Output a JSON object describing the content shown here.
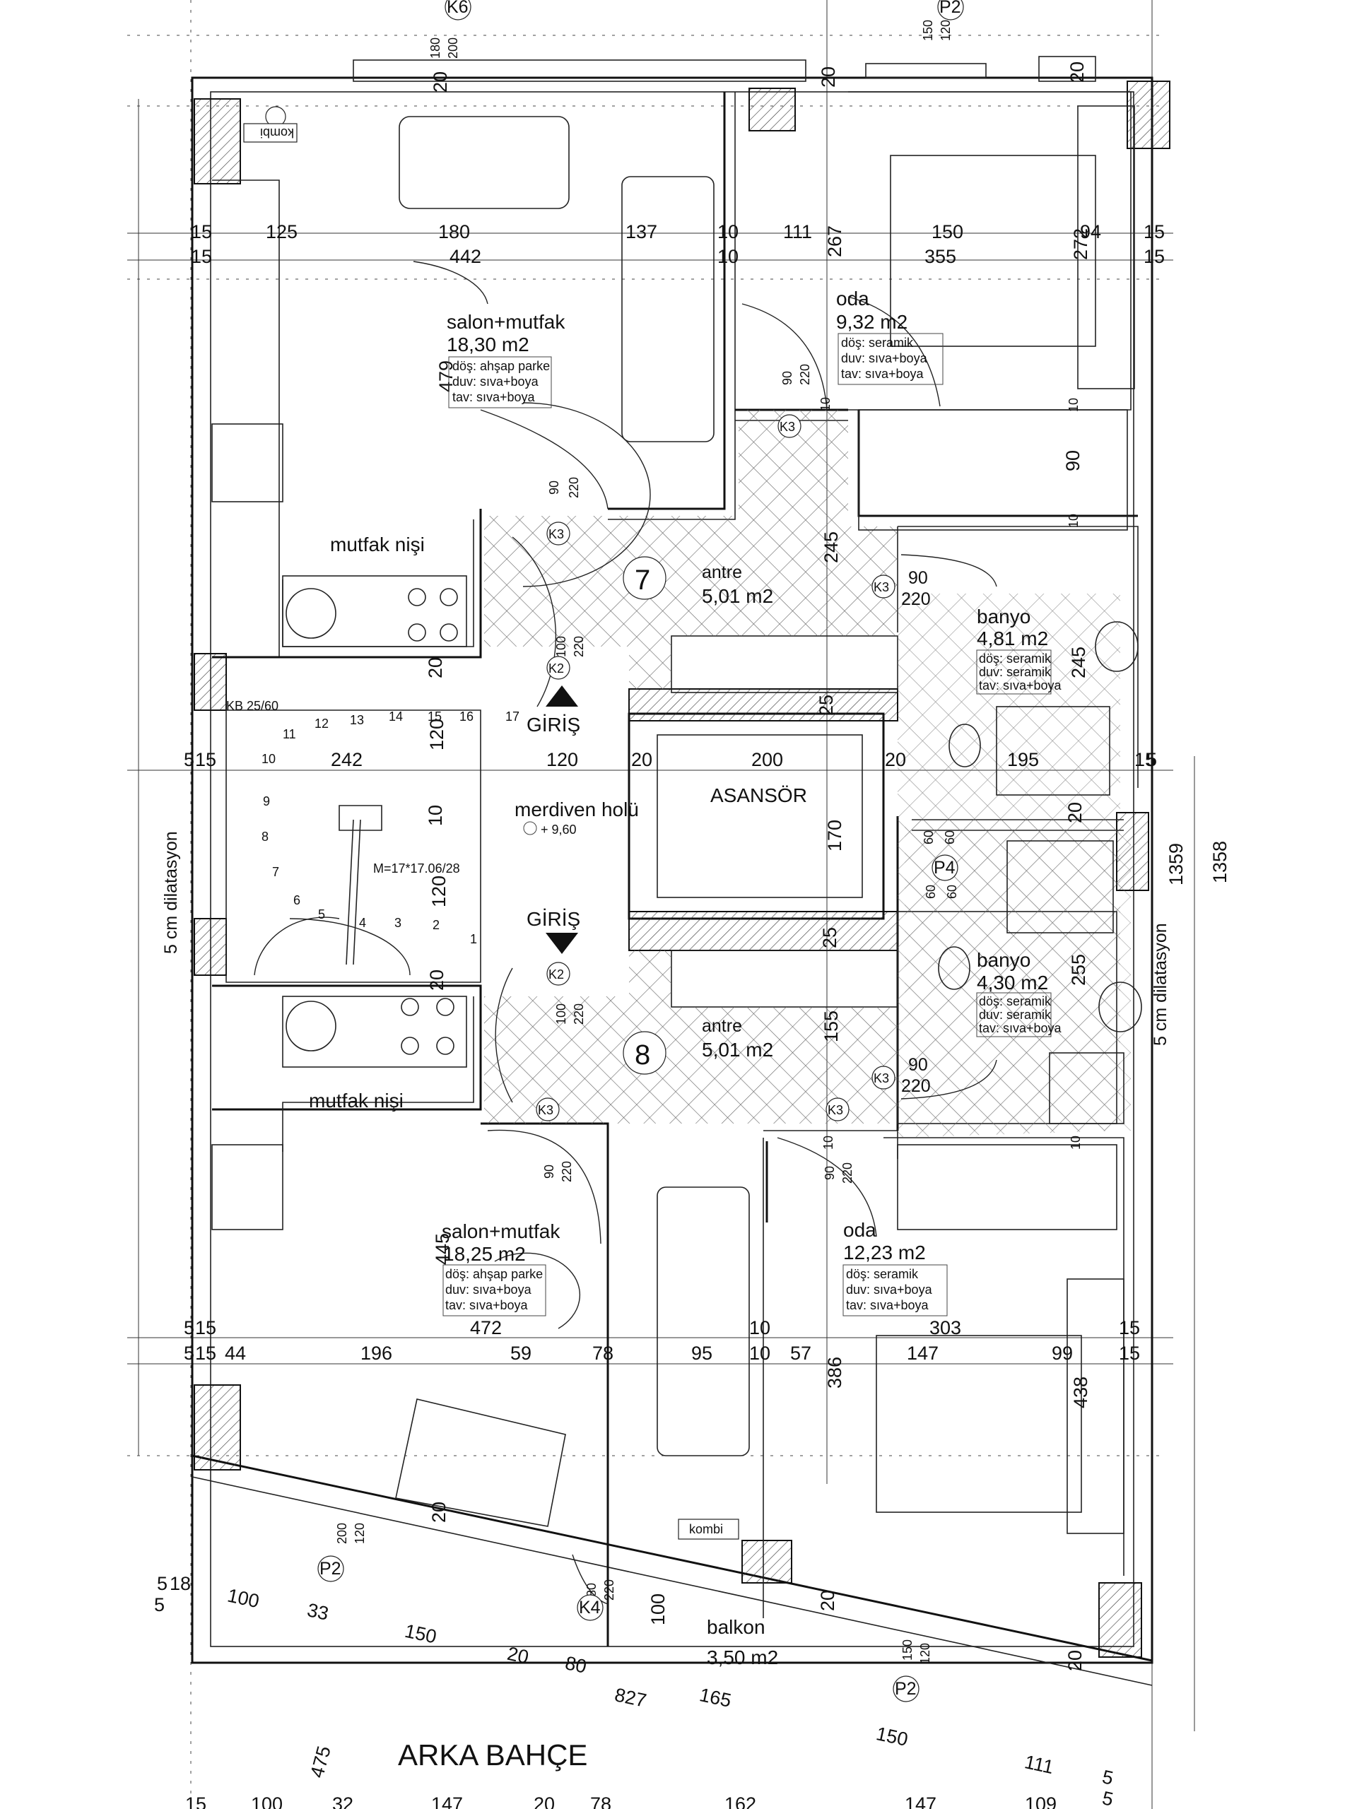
{
  "tags": {
    "k6": "K6",
    "p2": "P2",
    "k3": "K3",
    "k2": "K2",
    "k4": "K4",
    "p4": "P4",
    "kombi": "kombi",
    "kb": "KB 25/60",
    "stair_note": "M=17*17.06/28"
  },
  "apartments": {
    "unit7": "7",
    "unit8": "8"
  },
  "rooms": {
    "salon_top": {
      "name": "salon+mutfak",
      "area": "18,30 m2",
      "dos": "döş: ahşap parke",
      "duv": "duv: sıva+boya",
      "tav": "tav: sıva+boya"
    },
    "oda_top": {
      "name": "oda",
      "area": "9,32 m2",
      "dos": "döş: seramik",
      "duv": "duv: sıva+boya",
      "tav": "tav: sıva+boya"
    },
    "mutfak_top": {
      "name": "mutfak nişi"
    },
    "antre_top": {
      "name": "antre",
      "area": "5,01 m2"
    },
    "banyo_top": {
      "name": "banyo",
      "area": "4,81 m2",
      "dos": "döş: seramik",
      "duv": "duv: seramik",
      "tav": "tav: sıva+boya"
    },
    "giris_top": {
      "name": "GİRİŞ"
    },
    "merdiven": {
      "name": "merdiven holü",
      "level": "+ 9,60"
    },
    "asansor": {
      "name": "ASANSÖR"
    },
    "dilatasyon_left": {
      "name": "5 cm dilatasyon"
    },
    "dilatasyon_right": {
      "name": "5 cm dilatasyon"
    },
    "giris_bot": {
      "name": "GİRİŞ"
    },
    "banyo_bot": {
      "name": "banyo",
      "area": "4,30 m2",
      "dos": "döş: seramik",
      "duv": "duv: seramik",
      "tav": "tav: sıva+boya"
    },
    "antre_bot": {
      "name": "antre",
      "area": "5,01 m2"
    },
    "mutfak_bot": {
      "name": "mutfak nişi"
    },
    "salon_bot": {
      "name": "salon+mutfak",
      "area": "18,25 m2",
      "dos": "döş: ahşap parke",
      "duv": "duv: sıva+boya",
      "tav": "tav: sıva+boya"
    },
    "oda_bot": {
      "name": "oda",
      "area": "12,23 m2",
      "dos": "döş: seramik",
      "duv": "duv: sıva+boya",
      "tav": "tav: sıva+boya"
    },
    "balkon": {
      "name": "balkon",
      "area": "3,50 m2"
    },
    "bahce": {
      "name": "ARKA BAHÇE"
    }
  },
  "dims": {
    "d180": "180",
    "d200": "200",
    "d150": "150",
    "d120": "120",
    "d20": "20",
    "d15": "15",
    "d125": "125",
    "d137": "137",
    "d10": "10",
    "d111": "111",
    "d267": "267",
    "d272": "272",
    "d94": "94",
    "d442": "442",
    "d355": "355",
    "d479": "479",
    "d90": "90",
    "d220": "220",
    "d245": "245",
    "d100": "100",
    "d25": "25",
    "d5": "5",
    "d242": "242",
    "d195": "195",
    "d170": "170",
    "d60": "60",
    "d1359": "1359",
    "d1358": "1358",
    "d255": "255",
    "d155": "155",
    "d445": "445",
    "d472": "472",
    "d303": "303",
    "d44": "44",
    "d196": "196",
    "d59": "59",
    "d78": "78",
    "d95": "95",
    "d57": "57",
    "d147": "147",
    "d99": "99",
    "d386": "386",
    "d438": "438",
    "d18": "18",
    "d33": "33",
    "d80": "80",
    "d827": "827",
    "d165": "165",
    "d475": "475",
    "d32": "32",
    "d162": "162",
    "d109": "109",
    "s1": "1",
    "s2": "2",
    "s3": "3",
    "s4": "4",
    "s5": "5",
    "s6": "6",
    "s7": "7",
    "s8": "8",
    "s9": "9",
    "s10": "10",
    "s11": "11",
    "s12": "12",
    "s13": "13",
    "s14": "14",
    "s15": "15",
    "s16": "16",
    "s17": "17"
  }
}
